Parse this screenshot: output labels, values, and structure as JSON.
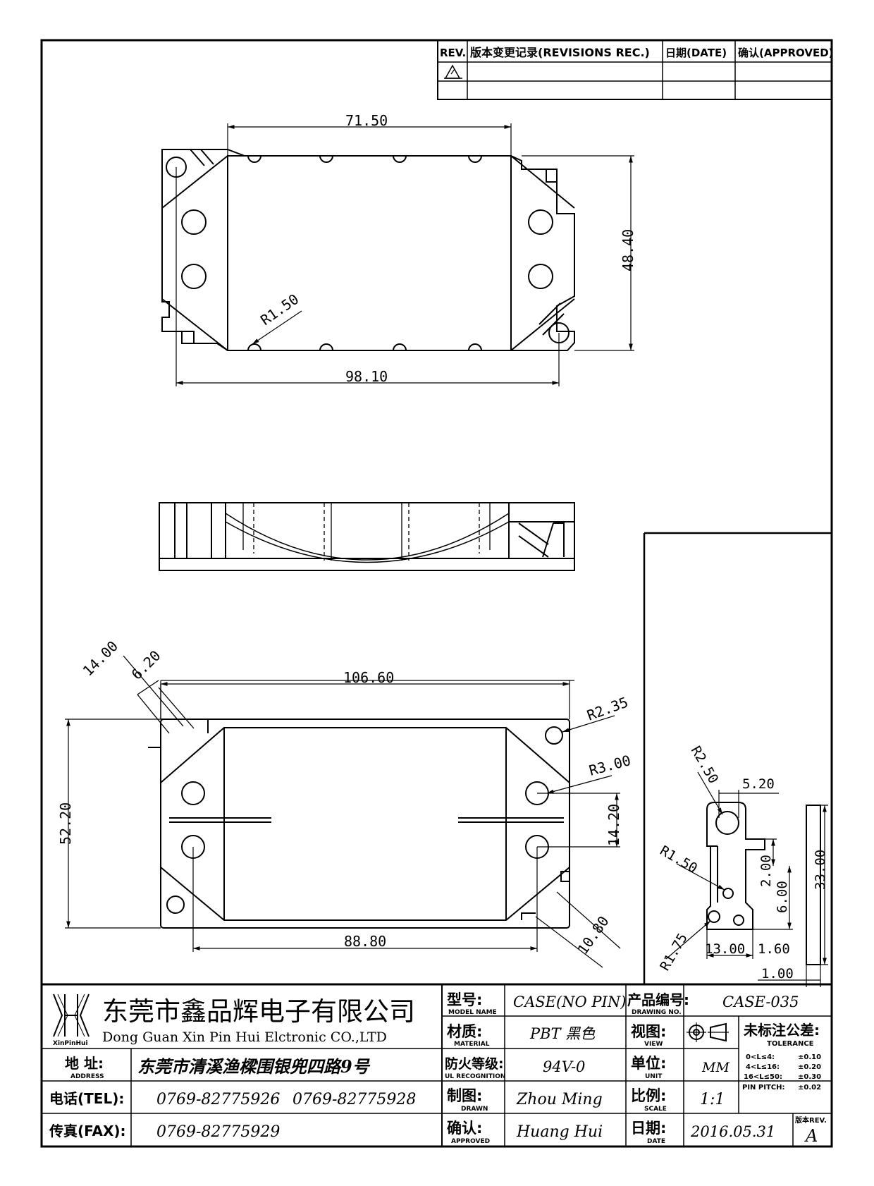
{
  "revisions": {
    "rev_header": "REV.",
    "record_header": "版本变更记录(REVISIONS REC.)",
    "date_header": "日期(DATE)",
    "approved_header": "确认(APPROVED)"
  },
  "dimensions": {
    "top_width": "71.50",
    "top_height": "48.40",
    "top_radius": "R1.50",
    "top_overall": "98.10",
    "b_flange_14": "14.00",
    "b_flange_62": "6.20",
    "b_overall": "106.60",
    "b_r235": "R2.35",
    "b_r300": "R3.00",
    "b_height": "52.20",
    "b_spacing": "14.20",
    "b_pitch": "88.80",
    "b_corner": "10.80",
    "d_r250": "R2.50",
    "d_w520": "5.20",
    "d_r150": "R1.50",
    "d_200": "2.00",
    "d_600": "6.00",
    "d_3300": "33.00",
    "d_r175": "R1.75",
    "d_1300": "13.00",
    "d_160": "1.60",
    "d_100": "1.00"
  },
  "company": {
    "name_cn": "东莞市鑫品辉电子有限公司",
    "name_en": "Dong Guan Xin Pin Hui Elctronic CO.,LTD",
    "logo_text": "XinPinHui",
    "address_label": "地  址:",
    "address_label_en": "ADDRESS",
    "address": "东莞市清溪渔樑围银兜四路9号",
    "tel_label": "电话(TEL):",
    "tel1": "0769-82775926",
    "tel2": "0769-82775928",
    "fax_label": "传真(FAX):",
    "fax": "0769-82775929"
  },
  "title_block": {
    "model_label": "型号:",
    "model_label_en": "MODEL NAME",
    "model": "CASE(NO PIN)",
    "drawing_no_label": "产品编号:",
    "drawing_no_label_en": "DRAWING NO.",
    "drawing_no": "CASE-035",
    "material_label": "材质:",
    "material_label_en": "MATERIAL",
    "material": "PBT 黑色",
    "view_label": "视图:",
    "view_label_en": "VIEW",
    "tolerance_label": "未标注公差:",
    "tolerance_label_en": "TOLERANCE",
    "ul_label": "防火等级:",
    "ul_label_en": "UL RECOGNITION",
    "ul": "94V-0",
    "unit_label": "单位:",
    "unit_label_en": "UNIT",
    "unit": "MM",
    "drawn_label": "制图:",
    "drawn_label_en": "DRAWN",
    "drawn": "Zhou Ming",
    "scale_label": "比例:",
    "scale_label_en": "SCALE",
    "scale": "1:1",
    "approved_label": "确认:",
    "approved_label_en": "APPROVED",
    "approved": "Huang Hui",
    "date_label": "日期:",
    "date_label_en": "DATE",
    "date": "2016.05.31",
    "rev_label": "版本REV.",
    "rev": "A",
    "tol_rows": [
      {
        "range": "0<L≤4:",
        "value": "±0.10"
      },
      {
        "range": "4<L≤16:",
        "value": "±0.20"
      },
      {
        "range": "16<L≤50:",
        "value": "±0.30"
      },
      {
        "range": "PIN PITCH:",
        "value": "±0.02"
      }
    ]
  }
}
